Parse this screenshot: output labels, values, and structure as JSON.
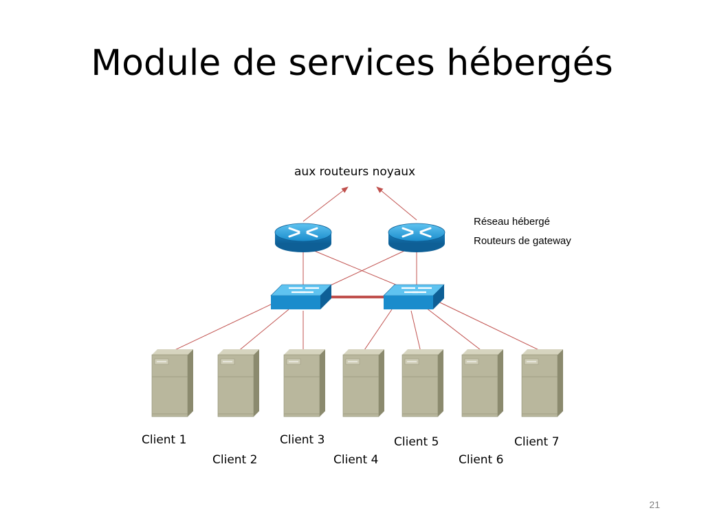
{
  "slide": {
    "title": "Module de services hébergés",
    "page_number": "21"
  },
  "diagram": {
    "top_label": "aux routeurs noyaux",
    "notes": [
      "Réseau hébergé",
      "Routeurs de gateway"
    ],
    "clients": [
      "Client 1",
      "Client 2",
      "Client 3",
      "Client 4",
      "Client 5",
      "Client 6",
      "Client 7"
    ],
    "colors": {
      "link": "#c0504d",
      "router": "#1a8ccc",
      "switch": "#2aa0d8",
      "server": "#b9b79d"
    }
  }
}
